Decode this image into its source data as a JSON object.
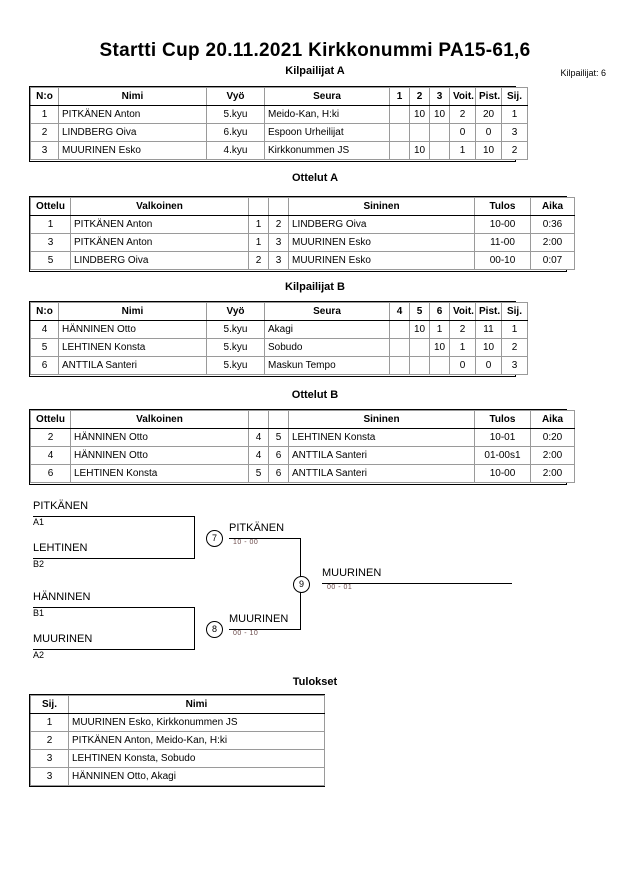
{
  "header": {
    "title": "Startti Cup  20.11.2021  Kirkkonummi   PA15-61,6",
    "entrant_count": "Kilpailijat: 6"
  },
  "sections": {
    "pool_a_title": "Kilpailijat A",
    "matches_a_title": "Ottelut A",
    "pool_b_title": "Kilpailijat B",
    "matches_b_title": "Ottelut B",
    "results_title": "Tulokset"
  },
  "pool_headers": {
    "no": "N:o",
    "name": "Nimi",
    "belt": "Vyö",
    "club": "Seura",
    "wins": "Voit.",
    "points": "Pist.",
    "rank": "Sij."
  },
  "pool_a": {
    "grid_headers": [
      "1",
      "2",
      "3"
    ],
    "rows": [
      {
        "no": "1",
        "name": "PITKÄNEN Anton",
        "belt": "5.kyu",
        "club": "Meido-Kan, H:ki",
        "grid": [
          "",
          "10",
          "10"
        ],
        "wins": "2",
        "points": "20",
        "rank": "1"
      },
      {
        "no": "2",
        "name": "LINDBERG Oiva",
        "belt": "6.kyu",
        "club": "Espoon Urheilijat",
        "grid": [
          "",
          "",
          ""
        ],
        "wins": "0",
        "points": "0",
        "rank": "3"
      },
      {
        "no": "3",
        "name": "MUURINEN Esko",
        "belt": "4.kyu",
        "club": "Kirkkonummen JS",
        "grid": [
          "",
          "10",
          ""
        ],
        "wins": "1",
        "points": "10",
        "rank": "2"
      }
    ]
  },
  "pool_b": {
    "grid_headers": [
      "4",
      "5",
      "6"
    ],
    "rows": [
      {
        "no": "4",
        "name": "HÄNNINEN Otto",
        "belt": "5.kyu",
        "club": "Akagi",
        "grid": [
          "",
          "10",
          "1"
        ],
        "wins": "2",
        "points": "11",
        "rank": "1"
      },
      {
        "no": "5",
        "name": "LEHTINEN Konsta",
        "belt": "5.kyu",
        "club": "Sobudo",
        "grid": [
          "",
          "",
          "10"
        ],
        "wins": "1",
        "points": "10",
        "rank": "2"
      },
      {
        "no": "6",
        "name": "ANTTILA Santeri",
        "belt": "5.kyu",
        "club": "Maskun Tempo",
        "grid": [
          "",
          "",
          ""
        ],
        "wins": "0",
        "points": "0",
        "rank": "3"
      }
    ]
  },
  "match_headers": {
    "match": "Ottelu",
    "white": "Valkoinen",
    "blue": "Sininen",
    "result": "Tulos",
    "time": "Aika"
  },
  "matches_a": [
    {
      "match": "1",
      "white": "PITKÄNEN Anton",
      "white_no": "1",
      "blue_no": "2",
      "blue": "LINDBERG Oiva",
      "result": "10-00",
      "time": "0:36"
    },
    {
      "match": "3",
      "white": "PITKÄNEN Anton",
      "white_no": "1",
      "blue_no": "3",
      "blue": "MUURINEN Esko",
      "result": "11-00",
      "time": "2:00"
    },
    {
      "match": "5",
      "white": "LINDBERG Oiva",
      "white_no": "2",
      "blue_no": "3",
      "blue": "MUURINEN Esko",
      "result": "00-10",
      "time": "0:07"
    }
  ],
  "matches_b": [
    {
      "match": "2",
      "white": "HÄNNINEN Otto",
      "white_no": "4",
      "blue_no": "5",
      "blue": "LEHTINEN Konsta",
      "result": "10-01",
      "time": "0:20"
    },
    {
      "match": "4",
      "white": "HÄNNINEN Otto",
      "white_no": "4",
      "blue_no": "6",
      "blue": "ANTTILA Santeri",
      "result": "01-00s1",
      "time": "2:00"
    },
    {
      "match": "6",
      "white": "LEHTINEN Konsta",
      "white_no": "5",
      "blue_no": "6",
      "blue": "ANTTILA Santeri",
      "result": "10-00",
      "time": "2:00"
    }
  ],
  "bracket": {
    "semifinal_1": {
      "top": {
        "name": "PITKÄNEN",
        "seed": "A1"
      },
      "bottom": {
        "name": "LEHTINEN",
        "seed": "B2"
      },
      "node": "7",
      "winner": "PITKÄNEN",
      "score": "10 - 00"
    },
    "semifinal_2": {
      "top": {
        "name": "HÄNNINEN",
        "seed": "B1"
      },
      "bottom": {
        "name": "MUURINEN",
        "seed": "A2"
      },
      "node": "8",
      "winner": "MUURINEN",
      "score": "00 - 10"
    },
    "final": {
      "node": "9",
      "winner": "MUURINEN",
      "score": "00 - 01"
    }
  },
  "results_headers": {
    "rank": "Sij.",
    "name": "Nimi"
  },
  "results": [
    {
      "rank": "1",
      "name": "MUURINEN Esko, Kirkkonummen JS"
    },
    {
      "rank": "2",
      "name": "PITKÄNEN Anton, Meido-Kan, H:ki"
    },
    {
      "rank": "3",
      "name": "LEHTINEN Konsta, Sobudo"
    },
    {
      "rank": "3",
      "name": "HÄNNINEN Otto, Akagi"
    }
  ]
}
